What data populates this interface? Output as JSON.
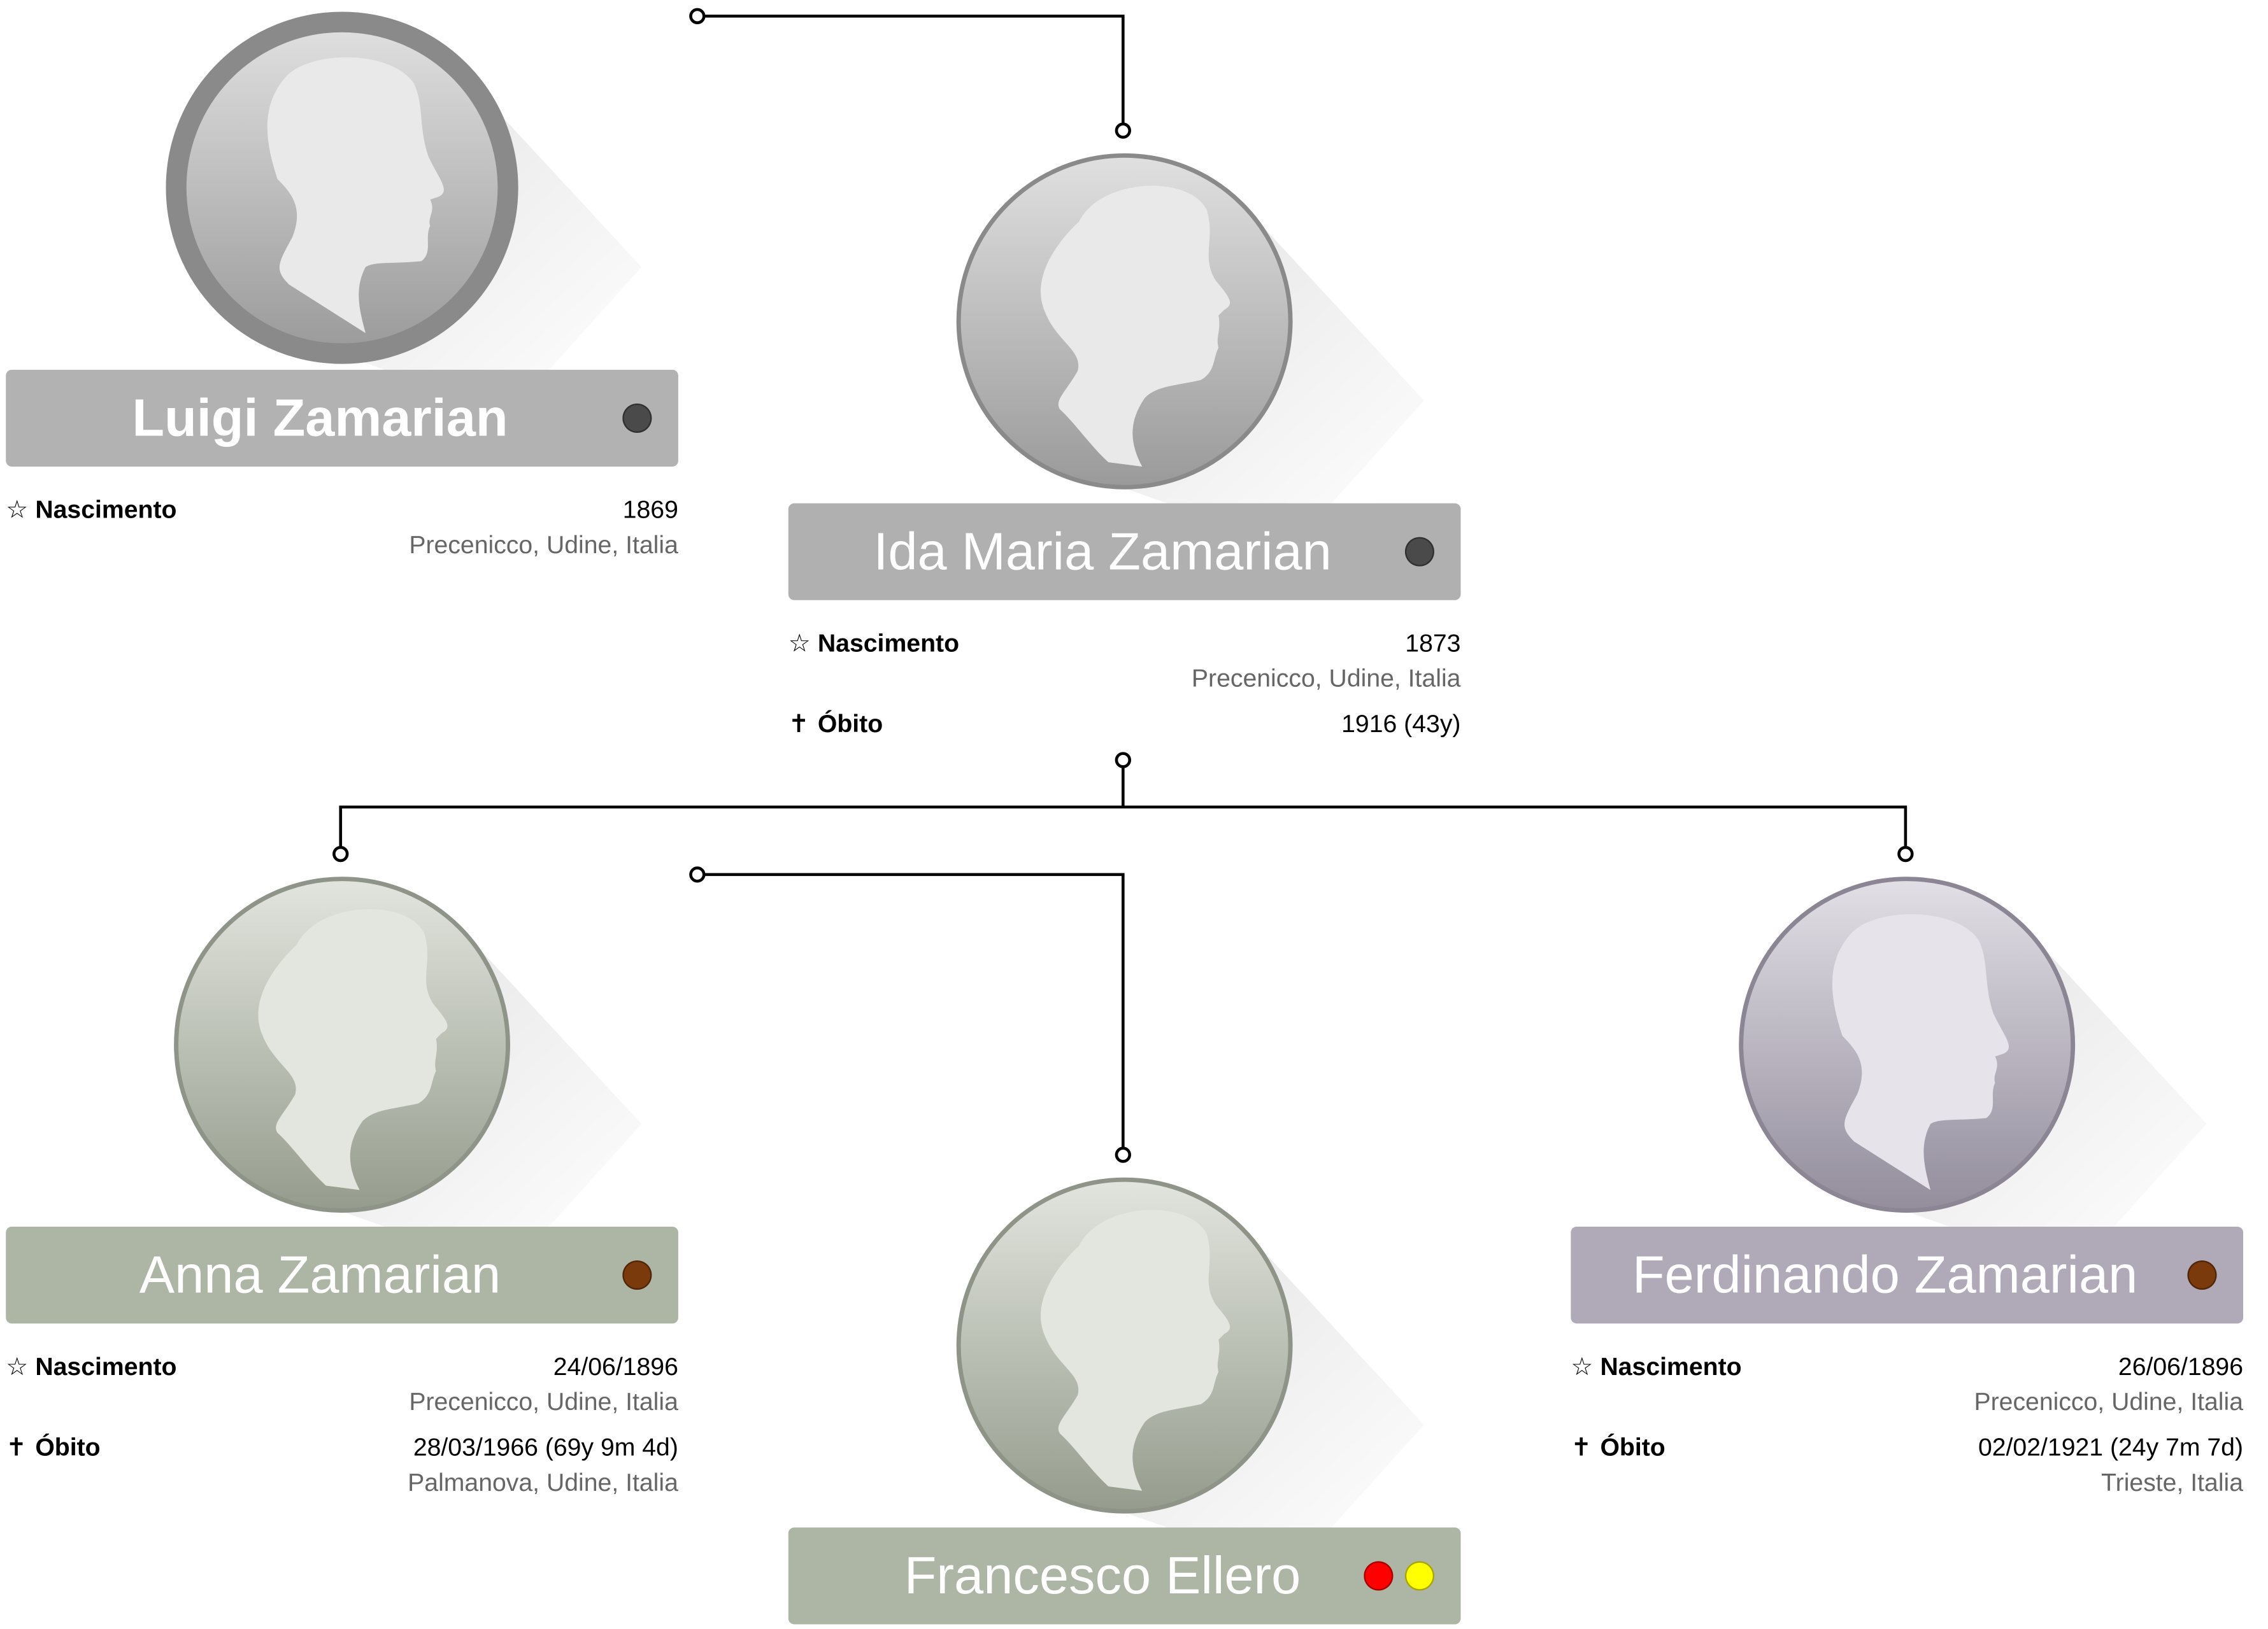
{
  "persons": [
    {
      "name": "Luigi Zamarian",
      "box_color": "#b2b2b2",
      "bold": true,
      "tint": "gray",
      "dots": [
        "#4a4a4a"
      ],
      "birth": {
        "label": "Nascimento",
        "date": "1869",
        "place": "Precenicco, Udine, Italia"
      }
    },
    {
      "name": "Ida Maria Zamarian",
      "box_color": "#b0b0b0",
      "tint": "gray",
      "dots": [
        "#4a4a4a"
      ],
      "birth": {
        "label": "Nascimento",
        "date": "1873",
        "place": "Precenicco, Udine, Italia"
      },
      "death": {
        "label": "Óbito",
        "date": "1916 (43y)"
      }
    },
    {
      "name": "Anna Zamarian",
      "box_color": "#adb5a5",
      "tint": "green",
      "dots": [
        "#7a3a0c"
      ],
      "birth": {
        "label": "Nascimento",
        "date": "24/06/1896",
        "place": "Precenicco, Udine, Italia"
      },
      "death": {
        "label": "Óbito",
        "date": "28/03/1966 (69y 9m 4d)",
        "place": "Palmanova, Udine, Italia"
      }
    },
    {
      "name": "Francesco Ellero",
      "box_color": "#adb5a5",
      "tint": "green",
      "dots": [
        "#ff0000",
        "#ffff00"
      ]
    },
    {
      "name": "Ferdinando Zamarian",
      "box_color": "#b0a9b8",
      "tint": "purple",
      "dots": [
        "#7a3a0c"
      ],
      "birth": {
        "label": "Nascimento",
        "date": "26/06/1896",
        "place": "Precenicco, Udine, Italia"
      },
      "death": {
        "label": "Óbito",
        "date": "02/02/1921 (24y 7m 7d)",
        "place": "Trieste, Italia"
      }
    }
  ],
  "icons": {
    "birth": "☆",
    "death": "✝"
  }
}
